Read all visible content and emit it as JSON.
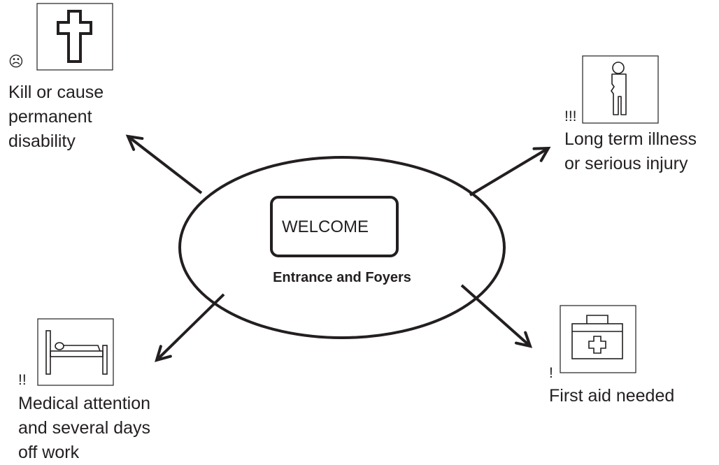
{
  "center": {
    "sign": "WELCOME",
    "label": "Entrance and Foyers"
  },
  "outcomes": {
    "top_left": {
      "severity": "☹",
      "icon": "cross-icon",
      "lines": [
        "Kill or cause",
        "permanent",
        "disability"
      ]
    },
    "top_right": {
      "severity": "!!!",
      "icon": "injured-person-icon",
      "lines": [
        "Long term illness",
        "or serious injury"
      ]
    },
    "bottom_left": {
      "severity": "!!",
      "icon": "bed-icon",
      "lines": [
        "Medical attention",
        "and several days",
        "off work"
      ]
    },
    "bottom_right": {
      "severity": "!",
      "icon": "first-aid-kit-icon",
      "lines": [
        "First aid needed"
      ]
    }
  },
  "colors": {
    "ink": "#231f20",
    "background": "#ffffff"
  }
}
